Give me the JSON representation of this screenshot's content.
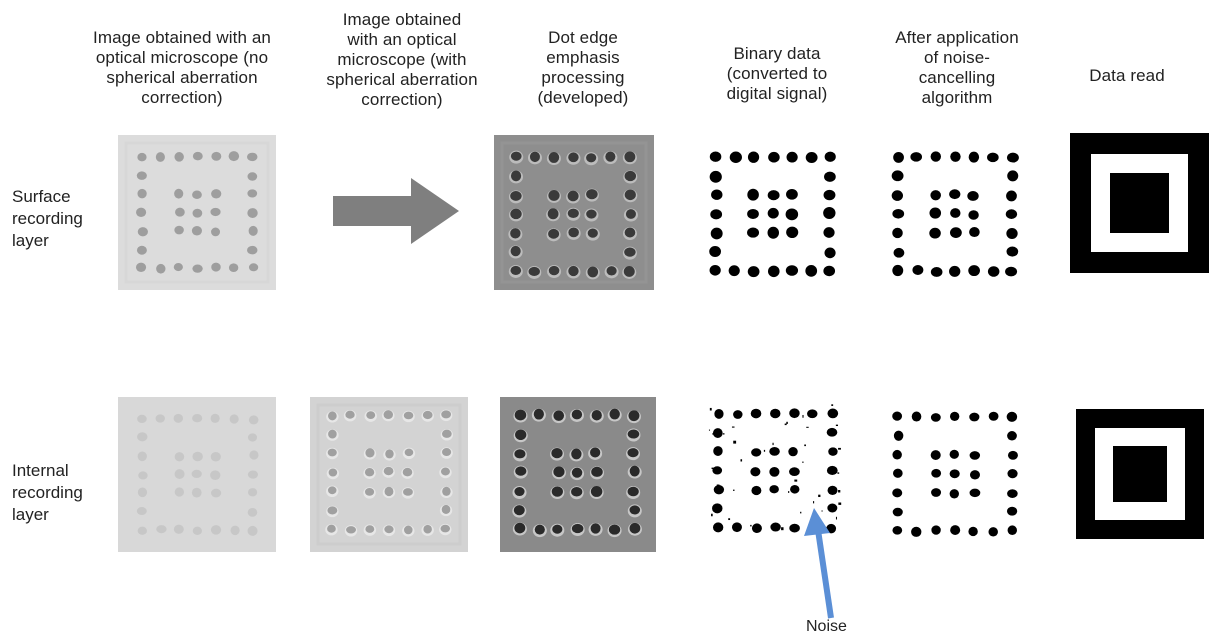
{
  "columns": [
    {
      "id": "col1",
      "title": "Image obtained with an\noptical microscope (no\nspherical aberration\ncorrection)"
    },
    {
      "id": "col2",
      "title": "Image obtained\nwith an optical\nmicroscope (with\nspherical aberration\ncorrection)"
    },
    {
      "id": "col3",
      "title": "Dot edge\nemphasis\nprocessing\n(developed)"
    },
    {
      "id": "col4",
      "title": "Binary data\n(converted to\ndigital signal)"
    },
    {
      "id": "col5",
      "title": "After application\nof noise-\ncancelling\nalgorithm"
    },
    {
      "id": "col6",
      "title": "Data read"
    }
  ],
  "rows": [
    {
      "id": "surface",
      "label": "Surface\nrecording\nlayer"
    },
    {
      "id": "internal",
      "label": "Internal\nrecording\nlayer"
    }
  ],
  "annotation": {
    "noise_label": "Noise",
    "arrow_color": "#5b8fd6"
  },
  "colors": {
    "block_arrow": "#7f7f7f",
    "dot_dark": "#000000"
  }
}
